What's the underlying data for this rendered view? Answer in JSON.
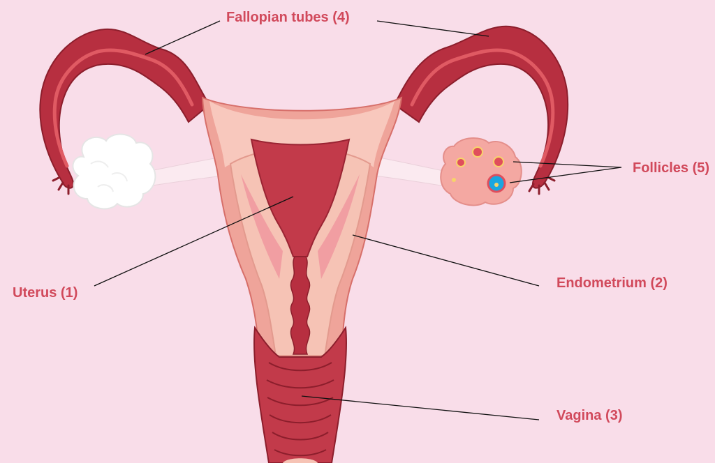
{
  "diagram": {
    "labels": {
      "fallopian_tubes": "Fallopian tubes (4)",
      "follicles": "Follicles (5)",
      "uterus": "Uterus (1)",
      "endometrium": "Endometrium (2)",
      "vagina": "Vagina (3)"
    },
    "colors": {
      "background": "#f9dde9",
      "label_text": "#d1495b",
      "tissue_dark": "#b72f40",
      "tissue_mid": "#d24a55",
      "tissue_light": "#efa49a",
      "tissue_pale": "#f6c3b5",
      "ovary_left": "#ffffff",
      "ovary_right": "#f4a8a2",
      "follicle_blue": "#1aa6e0",
      "leader_line": "#111111"
    }
  }
}
